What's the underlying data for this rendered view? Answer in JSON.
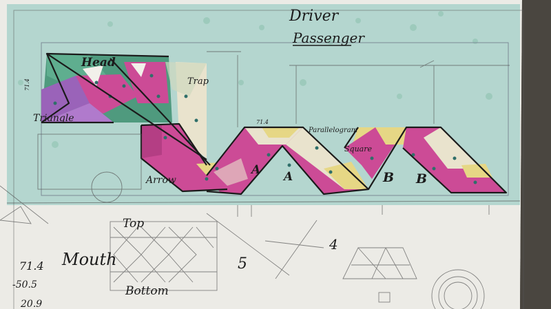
{
  "title_lines": [
    "Driver",
    "Passenger"
  ],
  "labels": {
    "head": "Head",
    "trap": "Trap",
    "triangle": "Triangle",
    "arrow": "Arrow",
    "parallelogram": "Parallelogram",
    "square": "Square",
    "a1": "A",
    "a2": "A",
    "b1": "B",
    "b2": "B",
    "measure_top": "71.4",
    "measure_left": "71.4"
  },
  "sketch_labels": {
    "top": "Top",
    "mouth": "Mouth",
    "bottom": "Bottom",
    "five": "5",
    "four": "4"
  },
  "margin_numbers": [
    "71.4",
    "-50.5",
    "20.9"
  ],
  "colors": {
    "paper": "#ecebe6",
    "mint_print": "#b4d6cf",
    "pink": "#cc4b96",
    "purple": "#9a63b9",
    "yellow": "#e6d785",
    "cream": "#e9e3cd",
    "teal": "#4f9a7e",
    "ink": "#1b1b1b",
    "background": "#5a5650"
  }
}
